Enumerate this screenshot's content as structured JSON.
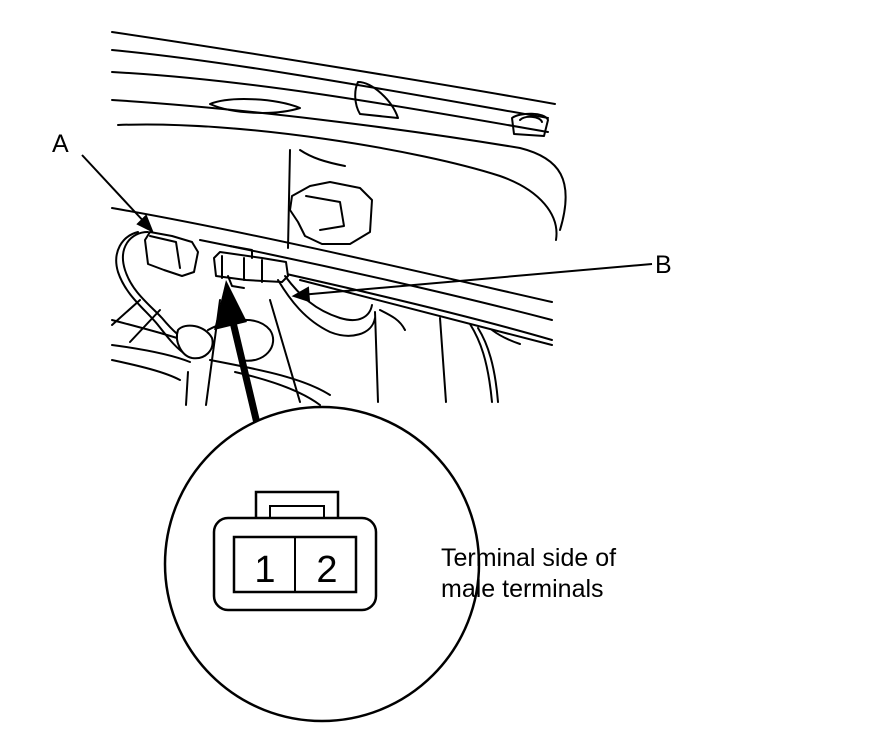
{
  "labels": {
    "callout_a": "A",
    "callout_b": "B",
    "pin_1": "1",
    "pin_2": "2",
    "caption_line1": "Terminal side of",
    "caption_line2": "male terminals"
  },
  "colors": {
    "line": "#000000",
    "background": "#ffffff"
  }
}
